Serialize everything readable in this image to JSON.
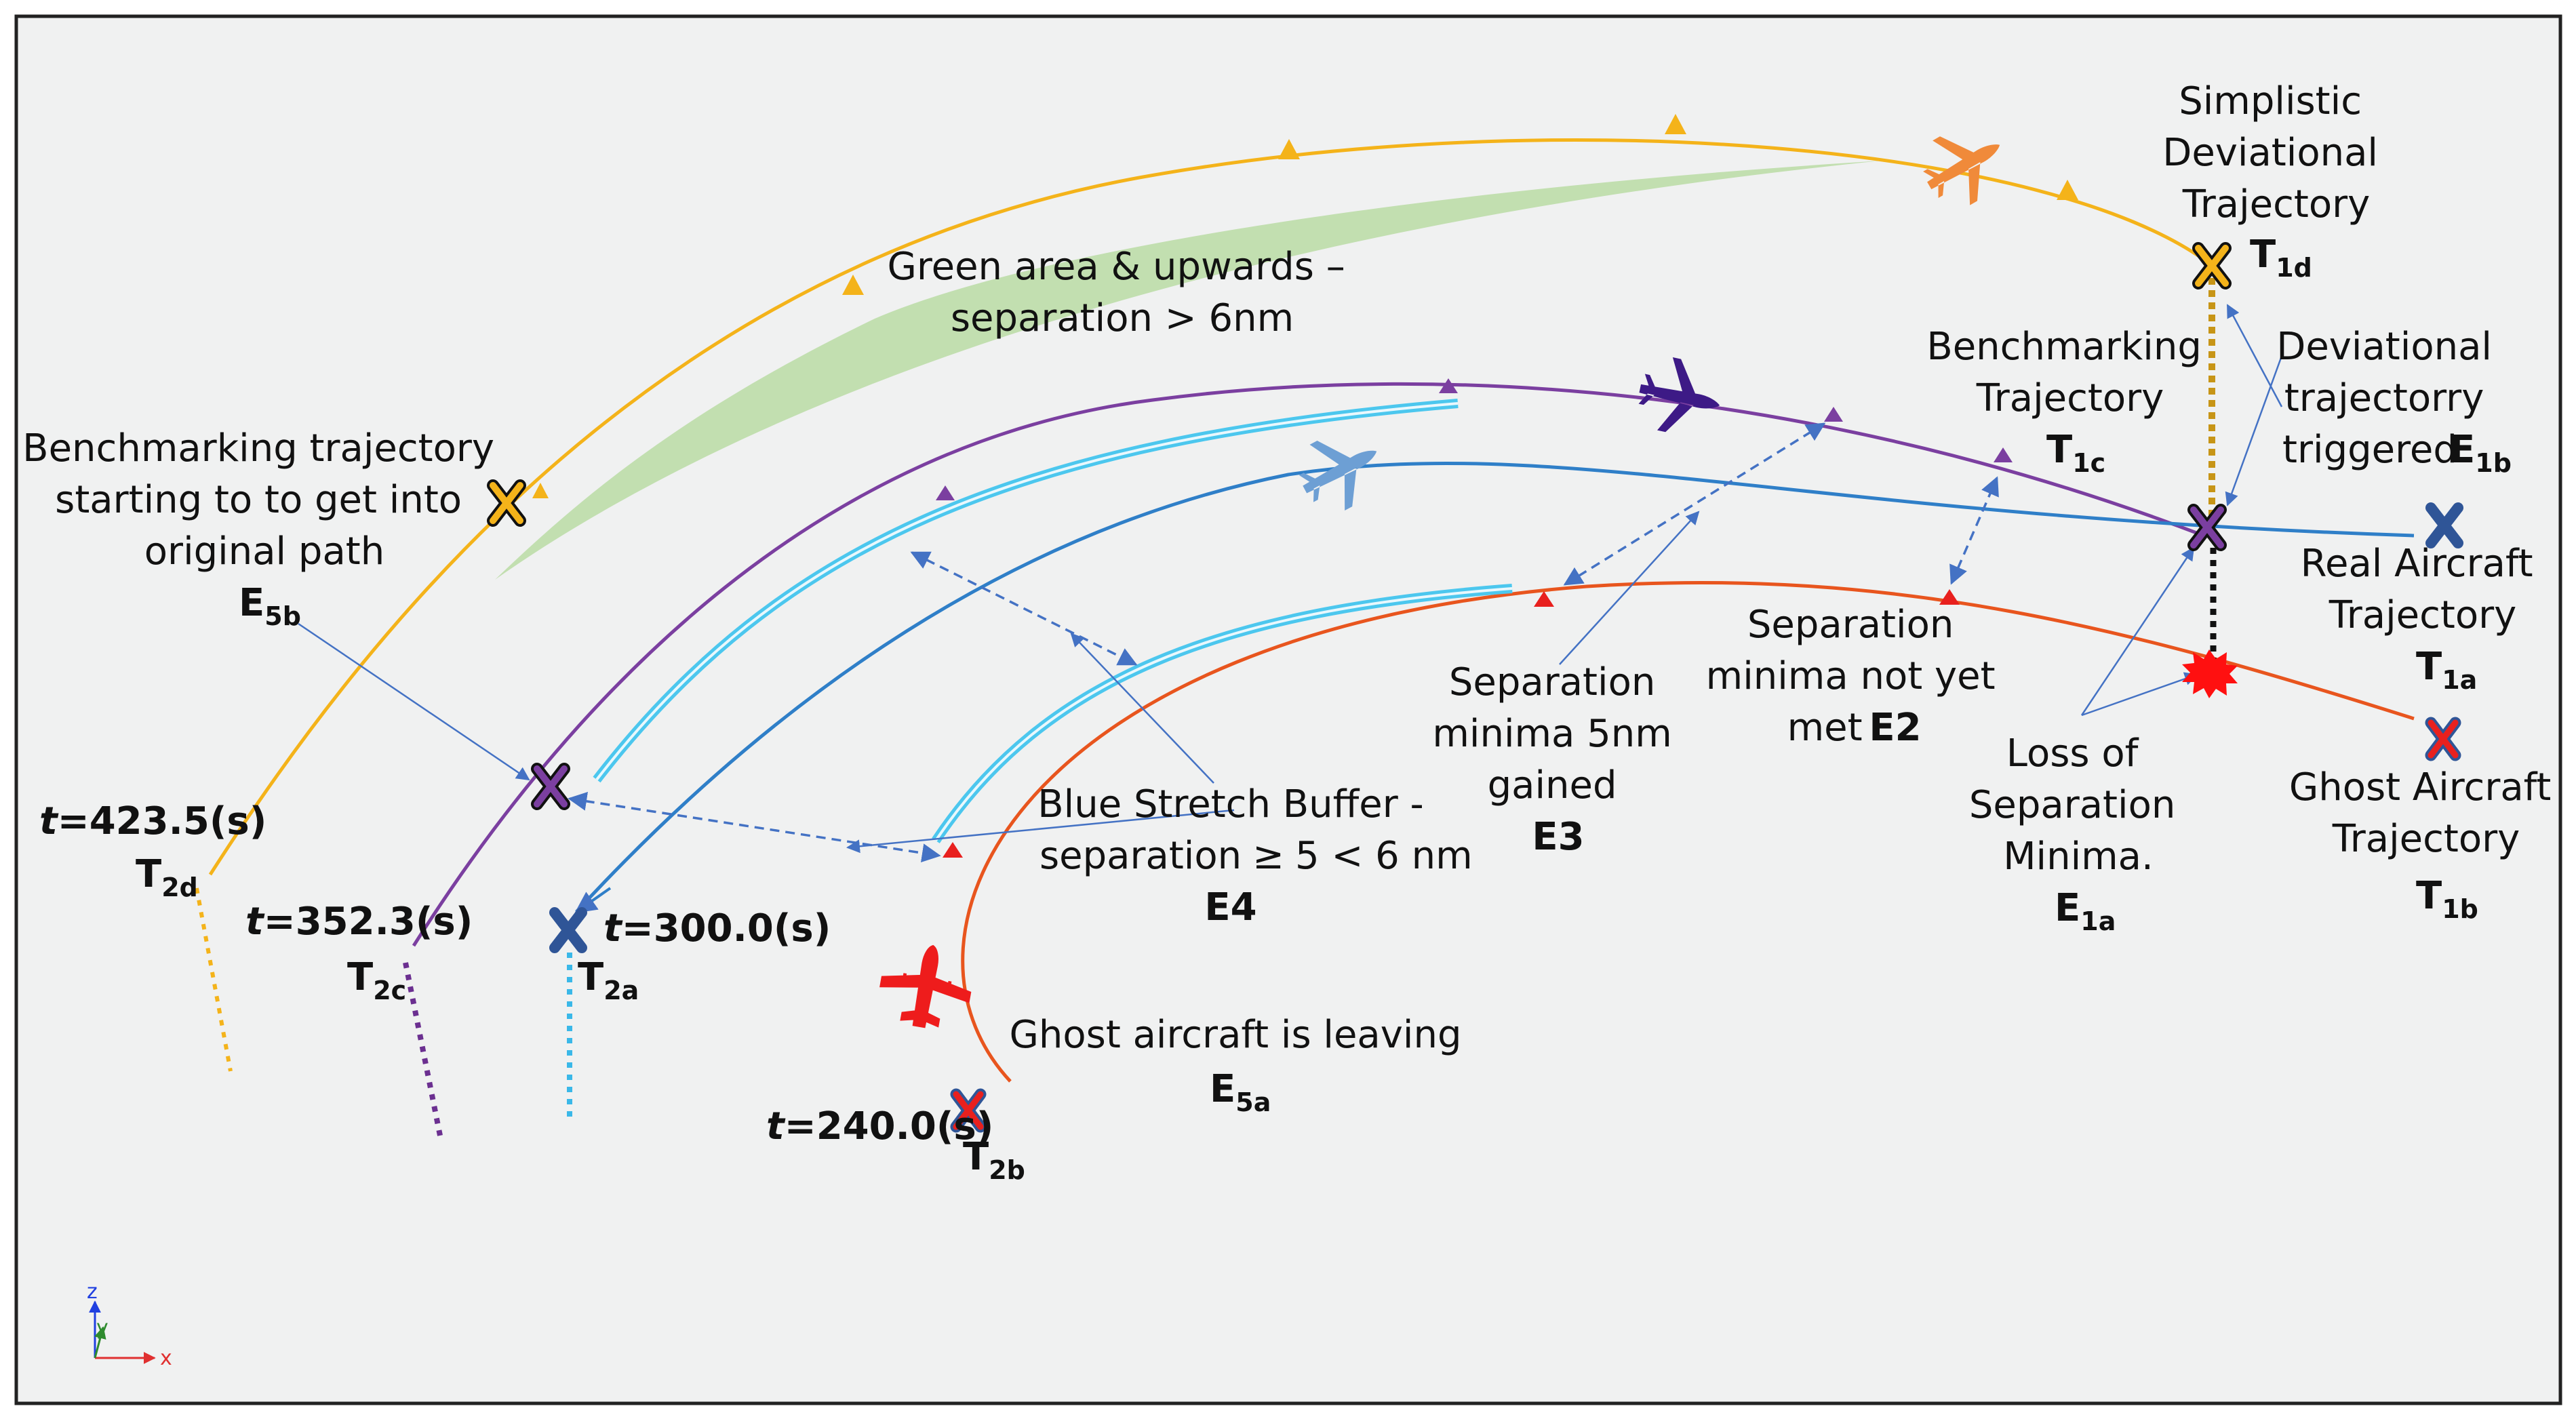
{
  "annotations": {
    "green_area": [
      "Green area & upwards –",
      "separation > 6nm"
    ],
    "simplistic": [
      "Simplistic",
      "Deviational",
      "Trajectory"
    ],
    "t1d": {
      "main": "T",
      "sub": "1d"
    },
    "benchmarking_traj": [
      "Benchmarking",
      "Trajectory"
    ],
    "t1c": {
      "main": "T",
      "sub": "1c"
    },
    "deviational_triggered": [
      "Deviational",
      "trajectorry",
      "triggered"
    ],
    "e1b": {
      "main": "E",
      "sub": "1b"
    },
    "real_aircraft": [
      "Real Aircraft",
      "Trajectory"
    ],
    "t1a": {
      "main": "T",
      "sub": "1a"
    },
    "ghost_aircraft": [
      "Ghost Aircraft",
      "Trajectory"
    ],
    "t1b": {
      "main": "T",
      "sub": "1b"
    },
    "bench_start": [
      "Benchmarking trajectory",
      "starting to to get into",
      "original path"
    ],
    "e5b": {
      "main": "E",
      "sub": "5b"
    },
    "sep_not_met": [
      "Separation",
      "minima not yet",
      "met"
    ],
    "e2": "E2",
    "sep_gained": [
      "Separation",
      "minima 5nm",
      "gained"
    ],
    "e3": "E3",
    "loss_sep": [
      "Loss of",
      "Separation",
      "Minima."
    ],
    "e1a": {
      "main": "E",
      "sub": "1a"
    },
    "blue_buffer": [
      "Blue Stretch Buffer  -",
      "separation",
      "5 < 6 nm"
    ],
    "blue_buffer_ge": "≥",
    "e4": "E4",
    "ghost_leaving": "Ghost aircraft is leaving",
    "e5a": {
      "main": "E",
      "sub": "5a"
    }
  },
  "times": {
    "t2d": {
      "t": "t",
      "val": "=423.5(s)",
      "label": "T",
      "sub": "2d"
    },
    "t2c": {
      "t": "t",
      "val": "=352.3(s)",
      "label": "T",
      "sub": "2c"
    },
    "t2a": {
      "t": "t",
      "val": "=300.0(s)",
      "label": "T",
      "sub": "2a"
    },
    "t2b": {
      "t": "t",
      "val": "=240.0(s)",
      "label": "T",
      "sub": "2b"
    }
  },
  "axes": {
    "z": "z",
    "y": "y",
    "x": "x"
  },
  "colors": {
    "orange_traj": "#f4b31a",
    "purple_traj": "#7b3fa0",
    "blue_traj": "#2f7fc8",
    "red_traj": "#e8551e",
    "green_area": "#c2dfb0",
    "buffer": "#4cc7ee",
    "arrow": "#4472c4",
    "background": "#f0f1f1"
  }
}
